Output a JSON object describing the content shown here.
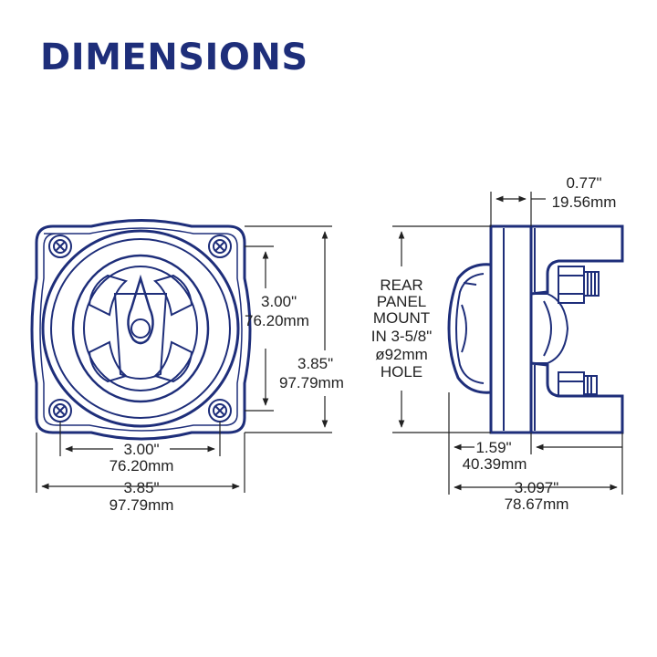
{
  "title": "DIMENSIONS",
  "colors": {
    "title": "#1e2e7a",
    "outline": "#1e2e7a",
    "dimension": "#222222"
  },
  "front_view": {
    "hole_spacing_v": {
      "in": "3.00\"",
      "mm": "76.20mm"
    },
    "overall_height": {
      "in": "3.85\"",
      "mm": "97.79mm"
    },
    "hole_spacing_h": {
      "in": "3.00\"",
      "mm": "76.20mm"
    },
    "overall_width": {
      "in": "3.85\"",
      "mm": "97.79mm"
    }
  },
  "side_view": {
    "rear_mount_note": [
      "REAR",
      "PANEL",
      "MOUNT",
      "IN 3-5/8\"",
      "ø92mm",
      "HOLE"
    ],
    "terminal_depth": {
      "in": "0.77\"",
      "mm": "19.56mm"
    },
    "knob_depth": {
      "in": "1.59\"",
      "mm": "40.39mm"
    },
    "overall_depth": {
      "in": "3.097\"",
      "mm": "78.67mm"
    }
  }
}
